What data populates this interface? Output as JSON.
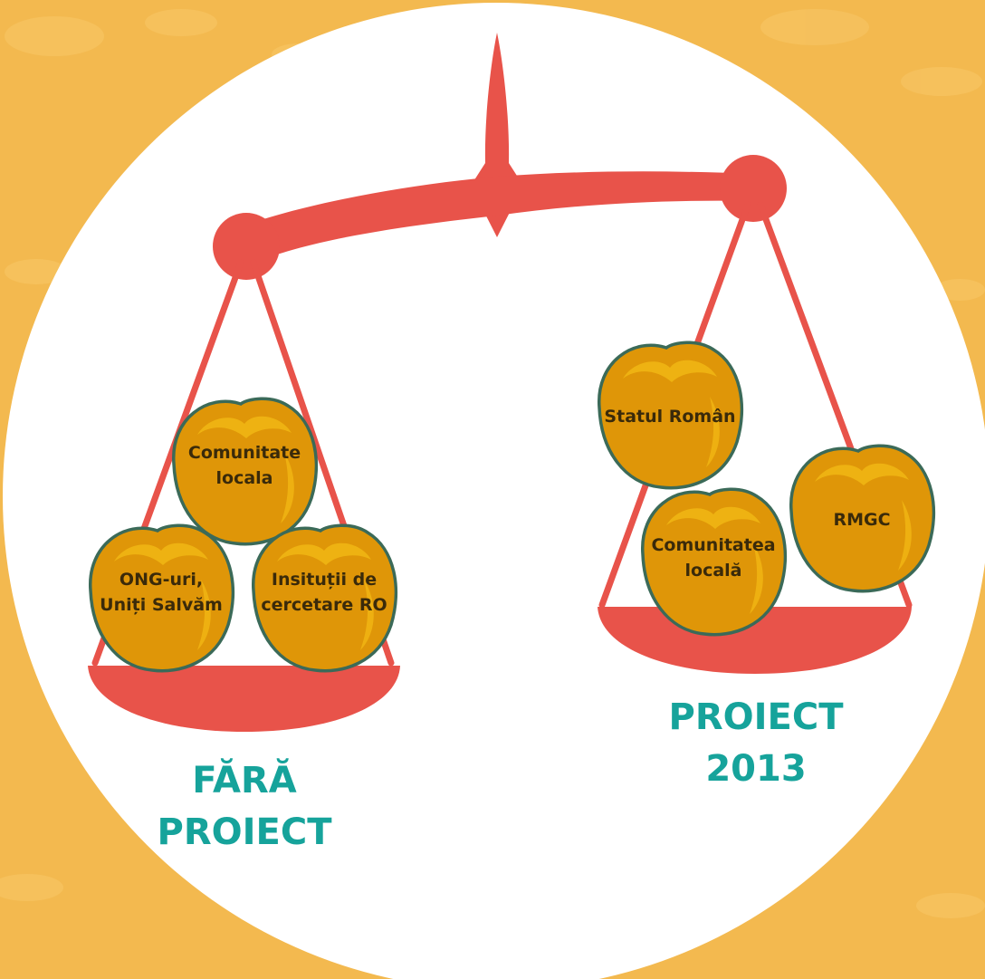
{
  "colors": {
    "background": "#f3b94f",
    "circle": "#ffffff",
    "scale": "#e8534a",
    "weight_fill": "#df9608",
    "weight_highlight": "#f1b714",
    "weight_outline": "#3b6a58",
    "caption": "#16a39b"
  },
  "left_pan": {
    "caption_line1": "FĂRĂ",
    "caption_line2": "PROIECT",
    "weights": [
      {
        "line1": "Comunitate",
        "line2": "locala"
      },
      {
        "line1": "ONG-uri,",
        "line2": "Uniți Salvăm"
      },
      {
        "line1": "Insituții de",
        "line2": "cercetare RO"
      }
    ]
  },
  "right_pan": {
    "caption_line1": "PROIECT",
    "caption_line2": "2013",
    "weights": [
      {
        "line1": "Statul Român"
      },
      {
        "line1": "RMGC"
      },
      {
        "line1": "Comunitatea",
        "line2": "locală"
      }
    ]
  }
}
